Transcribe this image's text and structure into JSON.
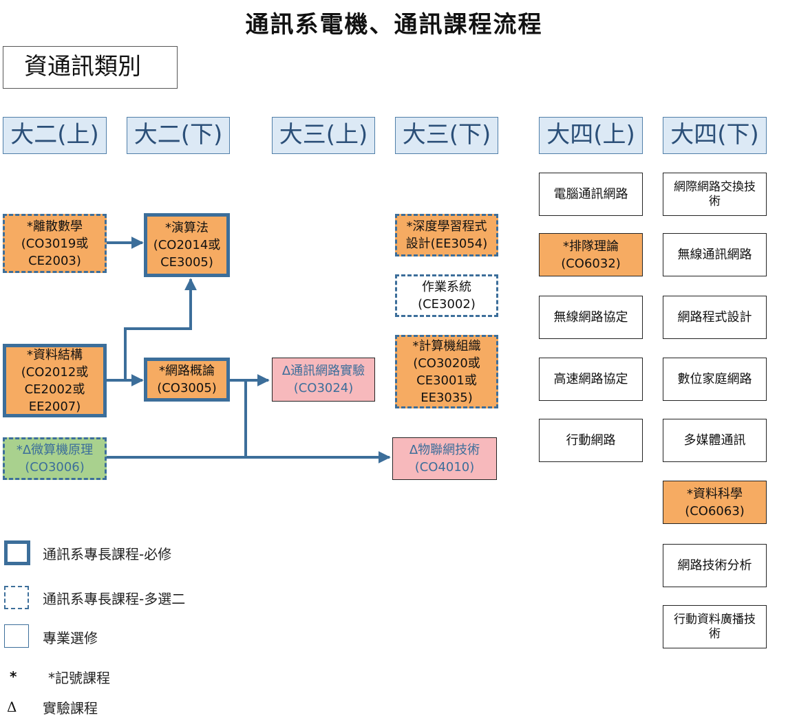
{
  "title": "通訊系電機、通訊課程流程",
  "category": "資通訊類別",
  "semesters": [
    "大二(上)",
    "大二(下)",
    "大三(上)",
    "大三(下)",
    "大四(上)",
    "大四(下)"
  ],
  "courses": {
    "discrete_math": "*離散數學\n(CO3019或\nCE2003)",
    "algorithms": "*演算法\n(CO2014或\nCE3005)",
    "data_structures": "*資料結構\n(CO2012或\nCE2002或\nEE2007)",
    "network_intro": "*網路概論\n(CO3005)",
    "microcomputer": "*Δ微算機原理\n(CO3006)",
    "network_lab": "Δ通訊網路實驗\n(CO3024)",
    "iot": "Δ物聯網技術\n(CO4010)",
    "deep_learning": "*深度學習程式\n設計(EE3054)",
    "os": "作業系統\n(CE3002)",
    "computer_org": "*計算機組織\n(CO3020或\nCE3001或\nEE3035)"
  },
  "senior_fall": [
    "電腦通訊網路",
    "*排隊理論\n(CO6032)",
    "無線網路協定",
    "高速網路協定",
    "行動網路"
  ],
  "senior_spring": [
    "網際網路交換技\n術",
    "無線通訊網路",
    "網路程式設計",
    "數位家庭網路",
    "多媒體通訊",
    "*資料科學\n(CO6063)",
    "網路技術分析",
    "行動資料廣播技\n術"
  ],
  "legend": {
    "required": "通訊系專長課程-必修",
    "choose_two": "通訊系專長課程-多選二",
    "elective": "專業選修",
    "star_symbol": "*",
    "star": "*記號課程",
    "delta_symbol": "Δ",
    "lab": "實驗課程"
  },
  "colors": {
    "border_blue": "#3c6e9a",
    "orange": "#f6ab62",
    "green": "#a9d18e",
    "pink": "#f7b9bc",
    "semester_bg": "#dce9f5"
  }
}
